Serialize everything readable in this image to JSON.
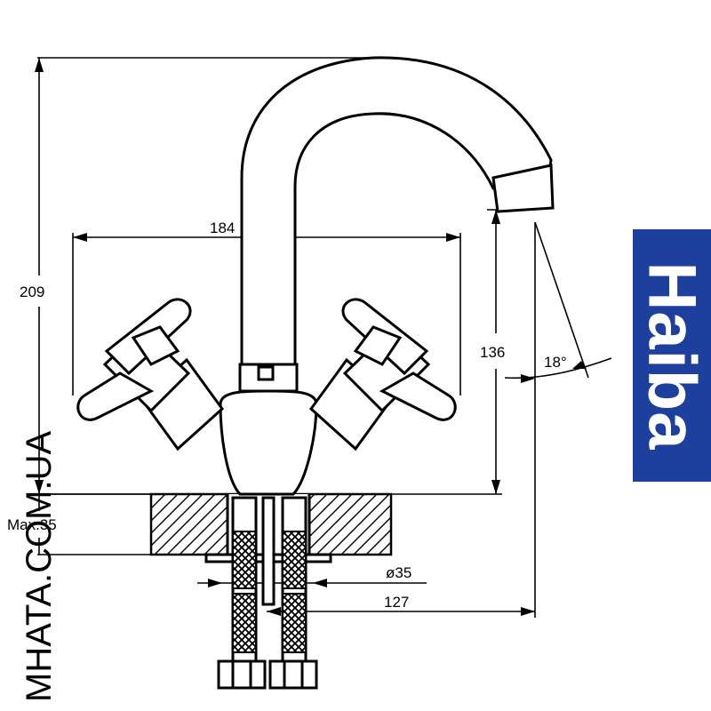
{
  "brand": {
    "name": "Haiba",
    "color": "#1d3f9e"
  },
  "watermark": "MHATA.COM.UA",
  "dimensions": {
    "overall_height": "209",
    "handle_span": "184",
    "spout_height": "136",
    "spout_angle": "18°",
    "max_thickness": "Max.35",
    "hole_diameter": "ø35",
    "spout_reach": "127"
  }
}
